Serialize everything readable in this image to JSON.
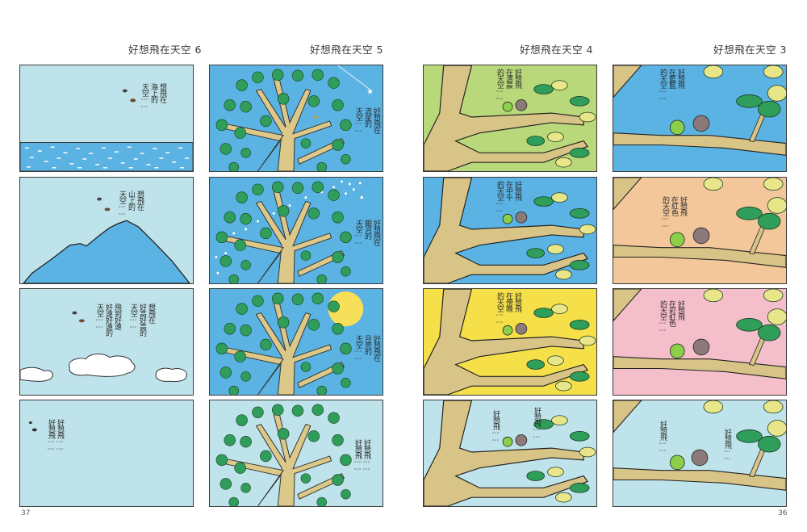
{
  "spread": {
    "left_page_number": "37",
    "right_page_number": "36",
    "colors": {
      "pale_sky": "#bfe3ea",
      "blue_sky": "#5bb3e3",
      "sea": "#5bb3e3",
      "mountain": "#5bb3e3",
      "green_sky": "#b9d87a",
      "yellow_sky": "#f6e04a",
      "peach_sky": "#f3c79a",
      "pink_sky": "#f4bfca",
      "branch": "#d9c487",
      "leaf_dark": "#2e9e5a",
      "leaf_light": "#e9e68a",
      "moon": "#f8df5a"
    }
  },
  "columns": [
    {
      "title": "好想飛在天空 6",
      "panels": [
        {
          "scene": "sea",
          "sky": "pale_sky",
          "caption": "想飛在\n海上的\n天空⋯⋯"
        },
        {
          "scene": "mountain",
          "sky": "pale_sky",
          "caption": "想飛在\n山上的\n天空⋯⋯"
        },
        {
          "scene": "clouds",
          "sky": "pale_sky",
          "caption": "想飛在\n好高好高的\n天空⋯⋯",
          "caption2": "飛到好遠\n好遠好遠的\n天空⋯⋯"
        },
        {
          "scene": "empty",
          "sky": "pale_sky",
          "caption": "好想飛⋯⋯",
          "caption2": "好想飛⋯⋯"
        }
      ]
    },
    {
      "title": "好想飛在天空 5",
      "panels": [
        {
          "scene": "tree-shooting-star",
          "sky": "blue_sky",
          "caption": "好想飛在\n流星的\n天空⋯⋯"
        },
        {
          "scene": "tree-milky-way",
          "sky": "blue_sky",
          "caption": "好想飛在\n銀河的\n天空⋯⋯"
        },
        {
          "scene": "tree-moon",
          "sky": "blue_sky",
          "caption": "好想飛在\n月亮的\n天空⋯⋯"
        },
        {
          "scene": "tree",
          "sky": "pale_sky",
          "caption": "好想飛⋯⋯",
          "caption2": "好想飛⋯⋯"
        }
      ]
    },
    {
      "title": "好想飛在天空 4",
      "panels": [
        {
          "scene": "branch-morning",
          "sky": "green_sky",
          "caption": "好想飛\n在清晨\n的天空⋯⋯"
        },
        {
          "scene": "branch-noon",
          "sky": "blue_sky",
          "caption": "好想飛\n在中午\n的天空⋯⋯"
        },
        {
          "scene": "branch-evening",
          "sky": "yellow_sky",
          "caption": "好想飛\n在傍晚\n的天空⋯⋯"
        },
        {
          "scene": "branch",
          "sky": "pale_sky",
          "caption": "好想飛⋯⋯",
          "caption2": "好想飛⋯⋯"
        }
      ]
    },
    {
      "title": "好想飛在天空 3",
      "panels": [
        {
          "scene": "close-branch-blue",
          "sky": "blue_sky",
          "caption": "好想飛\n在藍藍\n的天空⋯⋯"
        },
        {
          "scene": "close-branch-red",
          "sky": "peach_sky",
          "caption": "好想飛\n在紅色\n的天空⋯⋯"
        },
        {
          "scene": "close-branch-rainbow",
          "sky": "pink_sky",
          "caption": "好想飛\n在彩虹色\n的天空⋯⋯"
        },
        {
          "scene": "close-branch",
          "sky": "pale_sky",
          "caption": "好想飛⋯⋯",
          "caption2": "好想飛⋯⋯"
        }
      ]
    }
  ]
}
